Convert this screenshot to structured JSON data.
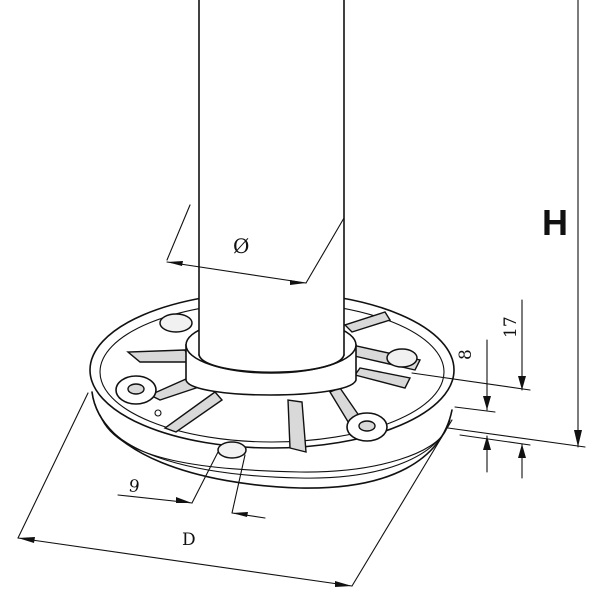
{
  "diagram": {
    "labels": {
      "diameter": "Ø",
      "height": "H",
      "dim_8": "8",
      "dim_17": "17",
      "dim_9": "9",
      "dim_D": "D"
    },
    "colors": {
      "line": "#111111",
      "background": "#ffffff",
      "shade": "#d9d9d9"
    }
  }
}
